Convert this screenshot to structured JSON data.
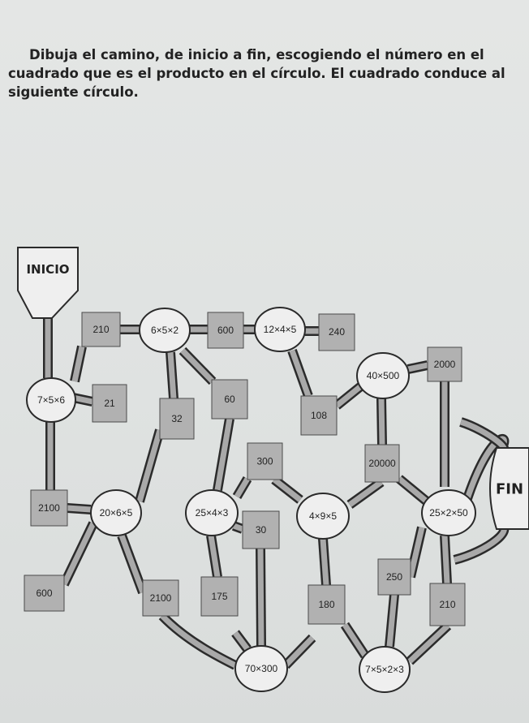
{
  "instructions": "Dibuja el camino, de inicio a fin, escogiendo el número en el cuadrado que es el producto en el círculo. El cuadrado conduce al siguiente círculo.",
  "start_label": "INICIO",
  "end_label": "FIN",
  "circles": [
    {
      "id": "c1",
      "text": "6×5×2"
    },
    {
      "id": "c2",
      "text": "12×4×5"
    },
    {
      "id": "c3",
      "text": "7×5×6"
    },
    {
      "id": "c4",
      "text": "40×500"
    },
    {
      "id": "c5",
      "text": "20×6×5"
    },
    {
      "id": "c6",
      "text": "25×4×3"
    },
    {
      "id": "c7",
      "text": "4×9×5"
    },
    {
      "id": "c8",
      "text": "25×2×50"
    },
    {
      "id": "c9",
      "text": "70×300"
    },
    {
      "id": "c10",
      "text": "7×5×2×3"
    }
  ],
  "squares": [
    {
      "id": "s1",
      "text": "210"
    },
    {
      "id": "s2",
      "text": "600"
    },
    {
      "id": "s3",
      "text": "240"
    },
    {
      "id": "s4",
      "text": "2000"
    },
    {
      "id": "s5",
      "text": "21"
    },
    {
      "id": "s6",
      "text": "32"
    },
    {
      "id": "s7",
      "text": "60"
    },
    {
      "id": "s8",
      "text": "108"
    },
    {
      "id": "s9",
      "text": "300"
    },
    {
      "id": "s10",
      "text": "20000"
    },
    {
      "id": "s11",
      "text": "2100"
    },
    {
      "id": "s12",
      "text": "30"
    },
    {
      "id": "s13",
      "text": "250"
    },
    {
      "id": "s14",
      "text": "600"
    },
    {
      "id": "s15",
      "text": "2100"
    },
    {
      "id": "s16",
      "text": "175"
    },
    {
      "id": "s17",
      "text": "180"
    },
    {
      "id": "s18",
      "text": "210"
    }
  ]
}
